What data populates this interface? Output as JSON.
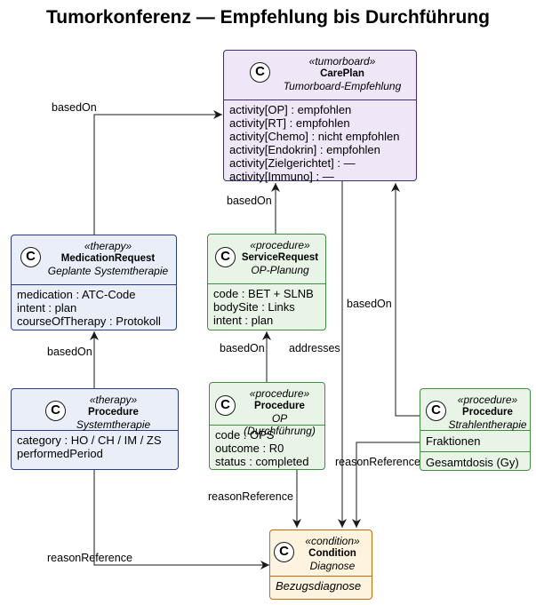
{
  "title": "Tumorkonferenz — Empfehlung bis Durchführung",
  "class_icon": "C",
  "nodes": {
    "careplan": {
      "stereotype": "«tumorboard»",
      "name": "CarePlan",
      "alias": "Tumorboard-Empfehlung",
      "attrs": [
        "activity[OP] : empfohlen",
        "activity[RT] : empfohlen",
        "activity[Chemo] : nicht empfohlen",
        "activity[Endokrin] : empfohlen",
        "activity[Zielgerichtet] : —",
        "activity[Immuno] : —"
      ]
    },
    "medreq": {
      "stereotype": "«therapy»",
      "name": "MedicationRequest",
      "alias": "Geplante Systemtherapie",
      "attrs": [
        "medication : ATC-Code",
        "intent : plan",
        "courseOfTherapy : Protokoll"
      ]
    },
    "servreq": {
      "stereotype": "«procedure»",
      "name": "ServiceRequest",
      "alias": "OP-Planung",
      "attrs": [
        "code : BET + SLNB",
        "bodySite : Links",
        "intent : plan"
      ]
    },
    "proc_sys": {
      "stereotype": "«therapy»",
      "name": "Procedure",
      "alias": "Systemtherapie",
      "attrs": [
        "category : HO / CH / IM / ZS",
        "performedPeriod"
      ]
    },
    "proc_op": {
      "stereotype": "«procedure»",
      "name": "Procedure",
      "alias": "OP (Durchführung)",
      "attrs": [
        "code : OPS",
        "outcome : R0",
        "status : completed"
      ]
    },
    "proc_rt": {
      "stereotype": "«procedure»",
      "name": "Procedure",
      "alias": "Strahlentherapie",
      "attrs": [
        "Fraktionen",
        "Gesamtdosis (Gy)"
      ]
    },
    "condition": {
      "stereotype": "«condition»",
      "name": "Condition",
      "alias": "Diagnose",
      "attrs": [
        "Bezugsdiagnose"
      ]
    }
  },
  "edge_labels": {
    "medreq_careplan": "basedOn",
    "servreq_careplan": "basedOn",
    "procop_servreq": "basedOn",
    "procsys_medreq": "basedOn",
    "careplan_condition": "addresses",
    "procrt_careplan": "basedOn",
    "procop_condition": "reasonReference",
    "procsys_condition": "reasonReference",
    "procrt_condition": "reasonReference"
  },
  "colors": {
    "blue_fill": "#e9eef9",
    "blue_border": "#283c8c",
    "purple_fill": "#efe7f7",
    "purple_border": "#3d2a79",
    "green_fill": "#e7f4e6",
    "green_border": "#3f8e3f",
    "orange_fill": "#fdf3df",
    "orange_border": "#c66c08",
    "edge": "#181818"
  }
}
